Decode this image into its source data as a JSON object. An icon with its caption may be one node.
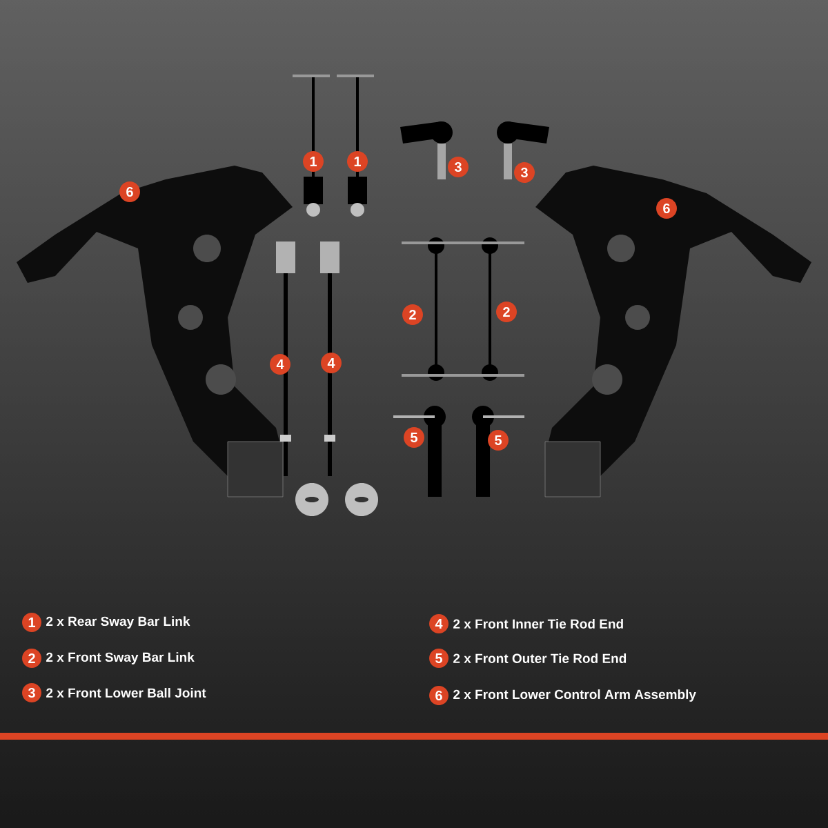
{
  "diagram": {
    "labels": [
      "6",
      "1",
      "1",
      "3",
      "3",
      "6",
      "2",
      "2",
      "4",
      "4",
      "5",
      "5",
      "1",
      "2",
      "3",
      "4",
      "5",
      "6"
    ],
    "legend": [
      {
        "text": "2 x Rear Sway Bar Link"
      },
      {
        "text": "2 x Front Sway Bar Link"
      },
      {
        "text": "2 x Front Lower Ball Joint"
      },
      {
        "text": "2 x Front Inner Tie Rod End"
      },
      {
        "text": "2 x Front Outer Tie Rod End"
      },
      {
        "text": "2 x Front Lower Control Arm Assembly"
      }
    ]
  }
}
